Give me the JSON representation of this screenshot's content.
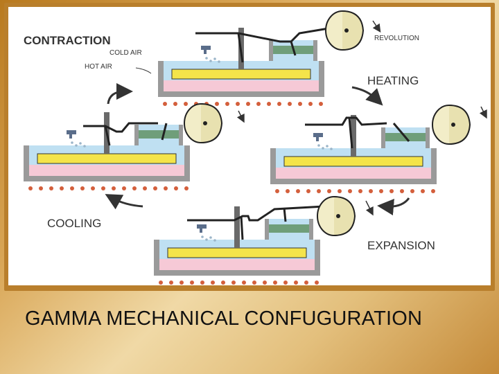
{
  "labels": {
    "contraction": "CONTRACTION",
    "cold_air": "COLD AIR",
    "hot_air": "HOT AIR",
    "revolution": "REVOLUTION",
    "heating": "HEATING",
    "cooling": "COOLING",
    "expansion": "EXPANSION"
  },
  "caption": "GAMMA MECHANICAL CONFUGURATION",
  "colors": {
    "cold_air": "#bfe0f2",
    "hot_air": "#f6c9d6",
    "displacer": "#f4e44a",
    "power_piston": "#6f9e7a",
    "cylinder_wall": "#9a9a9a",
    "flywheel": "#f2edc8",
    "flame": "#d45f3c"
  }
}
